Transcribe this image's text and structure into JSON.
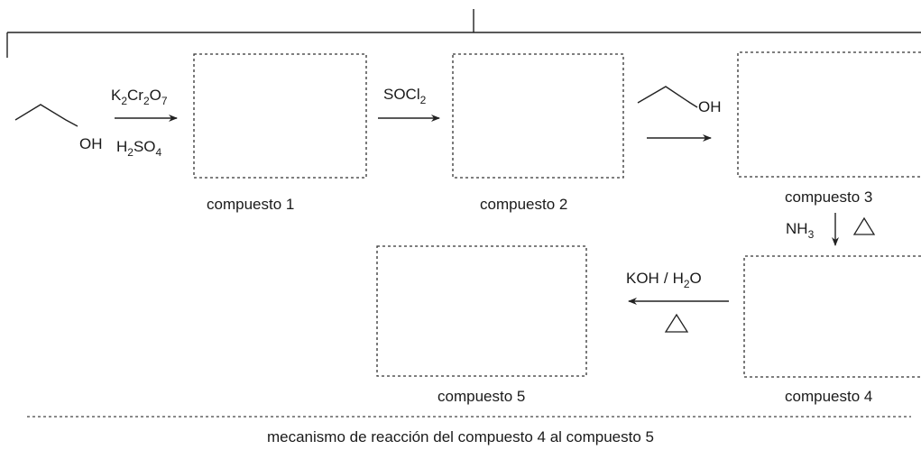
{
  "reagents": {
    "step1": {
      "top_main": "K",
      "top_sub1": "2",
      "top_mid": "Cr",
      "top_sub2": "2",
      "top_end": "O",
      "top_sub3": "7",
      "bottom_main": "H",
      "bottom_sub1": "2",
      "bottom_mid": "SO",
      "bottom_sub2": "4"
    },
    "step2": {
      "main": "SOCl",
      "sub": "2"
    },
    "step3": {
      "alcohol_oh": "OH"
    },
    "step4": {
      "main": "NH",
      "sub": "3"
    },
    "step5": {
      "koh": "KOH",
      "slash": "/",
      "water_h": "H",
      "water_sub": "2",
      "water_o": "O"
    },
    "start_oh": "OH"
  },
  "compounds": {
    "c1": "compuesto 1",
    "c2": "compuesto 2",
    "c3": "compuesto 3",
    "c4": "compuesto 4",
    "c5": "compuesto 5"
  },
  "footer": "mecanismo de reacción del compuesto 4 al compuesto 5"
}
